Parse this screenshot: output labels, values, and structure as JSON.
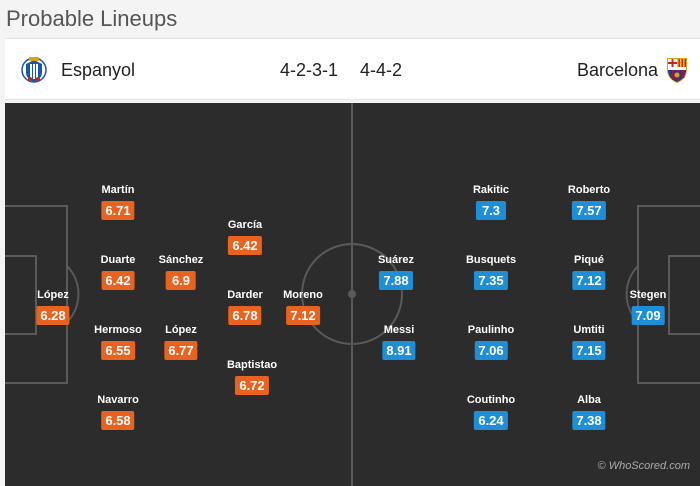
{
  "page": {
    "title": "Probable Lineups"
  },
  "colors": {
    "home_rating": "#e8631f",
    "away_rating": "#1e8fd6",
    "pitch": "#2c2c2c"
  },
  "home": {
    "name": "Espanyol",
    "formation": "4-2-3-1",
    "crest_icon": "espanyol-crest-icon",
    "players": [
      {
        "name": "López",
        "rating": "6.28",
        "role": "goalkeeper"
      },
      {
        "name": "Martín",
        "rating": "6.71",
        "role": "defender"
      },
      {
        "name": "Duarte",
        "rating": "6.42",
        "role": "defender"
      },
      {
        "name": "Hermoso",
        "rating": "6.55",
        "role": "defender"
      },
      {
        "name": "Navarro",
        "rating": "6.58",
        "role": "defender"
      },
      {
        "name": "Sánchez",
        "rating": "6.9",
        "role": "midfielder"
      },
      {
        "name": "López",
        "rating": "6.77",
        "role": "midfielder"
      },
      {
        "name": "García",
        "rating": "6.42",
        "role": "attacking-midfielder"
      },
      {
        "name": "Darder",
        "rating": "6.78",
        "role": "attacking-midfielder"
      },
      {
        "name": "Baptistao",
        "rating": "6.72",
        "role": "attacking-midfielder"
      },
      {
        "name": "Moreno",
        "rating": "7.12",
        "role": "forward"
      }
    ]
  },
  "away": {
    "name": "Barcelona",
    "formation": "4-4-2",
    "crest_icon": "barcelona-crest-icon",
    "players": [
      {
        "name": "Stegen",
        "rating": "7.09",
        "role": "goalkeeper"
      },
      {
        "name": "Roberto",
        "rating": "7.57",
        "role": "defender"
      },
      {
        "name": "Piqué",
        "rating": "7.12",
        "role": "defender"
      },
      {
        "name": "Umtiti",
        "rating": "7.15",
        "role": "defender"
      },
      {
        "name": "Alba",
        "rating": "7.38",
        "role": "defender"
      },
      {
        "name": "Rakitic",
        "rating": "7.3",
        "role": "midfielder"
      },
      {
        "name": "Busquets",
        "rating": "7.35",
        "role": "midfielder"
      },
      {
        "name": "Paulinho",
        "rating": "7.06",
        "role": "midfielder"
      },
      {
        "name": "Coutinho",
        "rating": "6.24",
        "role": "midfielder"
      },
      {
        "name": "Suárez",
        "rating": "7.88",
        "role": "forward"
      },
      {
        "name": "Messi",
        "rating": "8.91",
        "role": "forward"
      }
    ]
  },
  "watermark": "© WhoScored.com"
}
